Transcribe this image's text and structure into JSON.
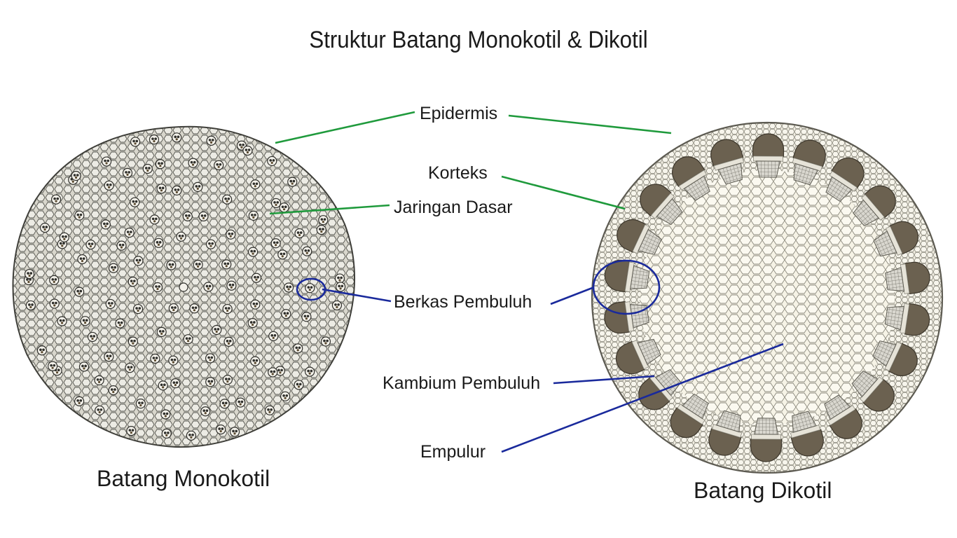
{
  "title": "Struktur Batang Monokotil & Dikotil",
  "captions": {
    "monocot": "Batang Monokotil",
    "dicot": "Batang Dikotil"
  },
  "labels": {
    "epidermis": "Epidermis",
    "korteks": "Korteks",
    "jaringan_dasar": "Jaringan Dasar",
    "berkas_pembuluh": "Berkas Pembuluh",
    "kambium_pembuluh": "Kambium Pembuluh",
    "empulur": "Empulur"
  },
  "colors": {
    "green_leader": "#1f9a3c",
    "blue_leader": "#1a2a9c",
    "monocot_fill": "#d8d6cc",
    "monocot_cell": "#55554f",
    "dicot_fill": "#f6f3e6",
    "dicot_cell": "#8c8a7e",
    "phloem": "#6b6150",
    "xylem": "#c9c7bd"
  }
}
